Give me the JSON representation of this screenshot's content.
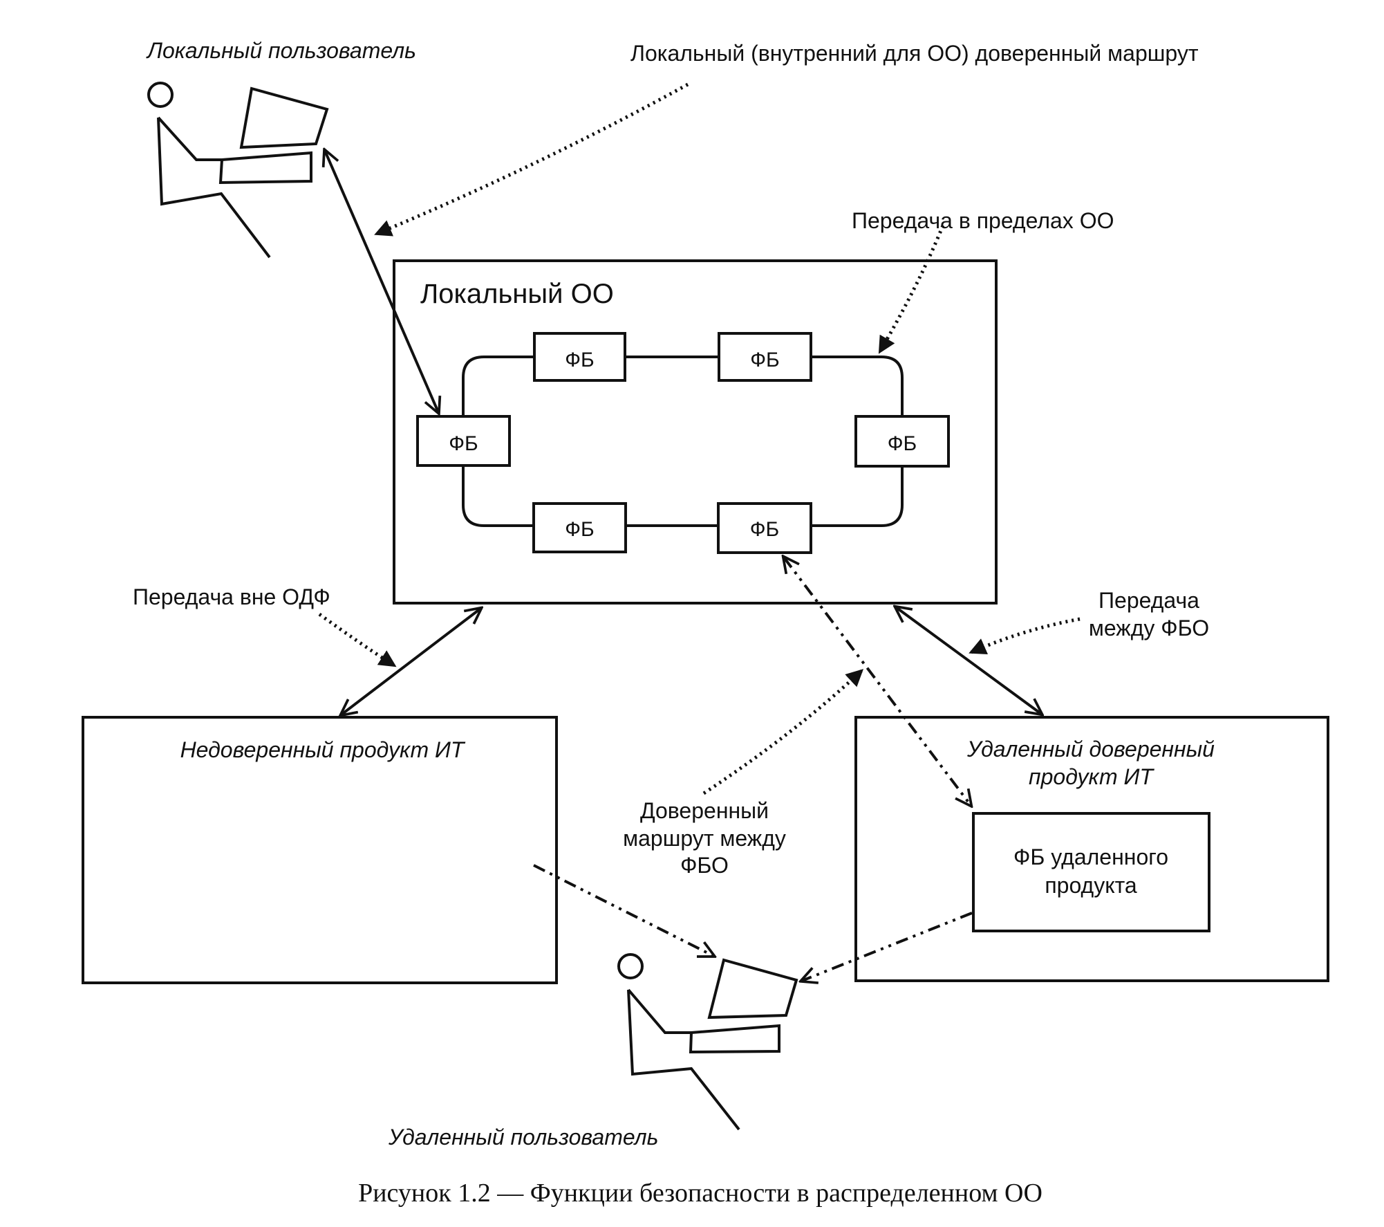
{
  "labels": {
    "local_user": "Локальный пользователь",
    "local_trusted_path": "Локальный (внутренний для ОО) доверенный маршрут",
    "transfer_within_toe": "Передача в пределах ОО",
    "local_toe": "Локальный ОО",
    "fb": "ФБ",
    "transfer_outside_tsf": "Передача вне ОДФ",
    "transfer_between_tsf_line1": "Передача",
    "transfer_between_tsf_line2": "между ФБО",
    "untrusted_it_product": "Недоверенный продукт ИТ",
    "remote_trusted_line1": "Удаленный доверенный",
    "remote_trusted_line2": "продукт ИТ",
    "trusted_path_line1": "Доверенный",
    "trusted_path_line2": "маршрут между",
    "trusted_path_line3": "ФБО",
    "remote_fb_line1": "ФБ удаленного",
    "remote_fb_line2": "продукта",
    "remote_user": "Удаленный пользователь"
  },
  "caption": "Рисунок 1.2 — Функции безопасности в распределенном ОО"
}
